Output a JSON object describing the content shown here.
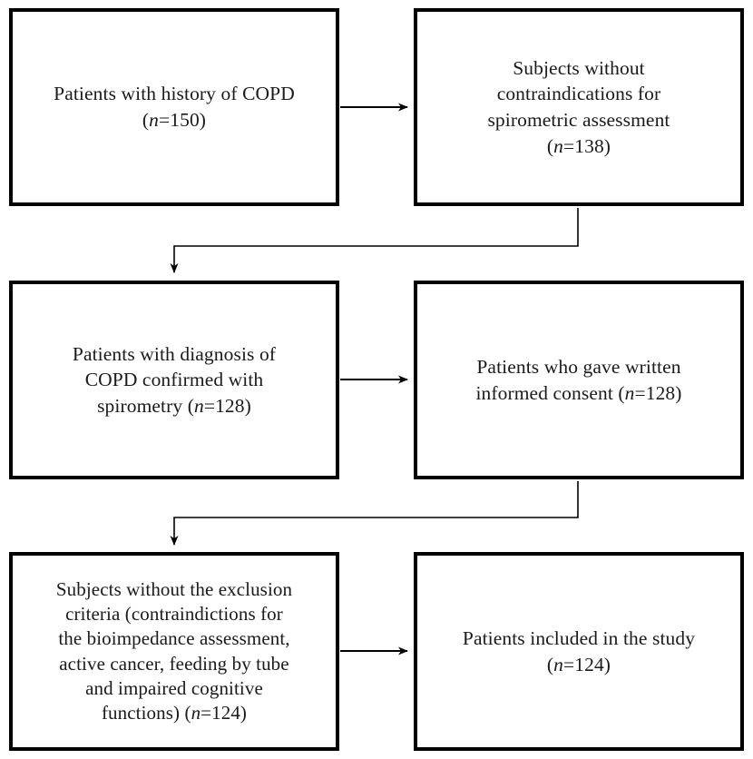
{
  "diagram": {
    "type": "flowchart",
    "title": "Study participant flow diagram",
    "orientation": "two-column-serpentine",
    "background_color": "#ffffff",
    "box_border_color": "#000000",
    "text_color": "#1a1a1a",
    "connector_color": "#000000",
    "nodes": [
      {
        "id": "n1",
        "row": 1,
        "column": 1,
        "lines": [
          "Patients with history of COPD"
        ],
        "count_label": "(n=150)",
        "n": 150
      },
      {
        "id": "n2",
        "row": 1,
        "column": 2,
        "lines": [
          "Subjects without",
          "contraindications for",
          "spirometric assessment"
        ],
        "count_label": "(n=138)",
        "n": 138
      },
      {
        "id": "n3",
        "row": 2,
        "column": 1,
        "lines": [
          "Patients with diagnosis of",
          "COPD confirmed with",
          "spirometry (n=128)"
        ],
        "count_label": "(n=128)",
        "n": 128
      },
      {
        "id": "n4",
        "row": 2,
        "column": 2,
        "lines": [
          "Patients who gave written",
          "informed consent (n=128)"
        ],
        "count_label": "(n=128)",
        "n": 128
      },
      {
        "id": "n5",
        "row": 3,
        "column": 1,
        "lines": [
          "Subjects without the exclusion",
          "criteria (contraindictions for",
          "the bioimpedance assessment,",
          "active cancer, feeding by tube",
          "and impaired cognitive",
          "functions) (n=124)"
        ],
        "count_label": "(n=124)",
        "n": 124
      },
      {
        "id": "n6",
        "row": 3,
        "column": 2,
        "lines": [
          "Patients included in the study"
        ],
        "count_label": "(n=124)",
        "n": 124
      }
    ],
    "edges": [
      {
        "id": "e1",
        "from": "n1",
        "to": "n2",
        "shape": "horizontal-arrow"
      },
      {
        "id": "e2",
        "from": "n2",
        "to": "n3",
        "shape": "elbow-down-left-down-arrow"
      },
      {
        "id": "e3",
        "from": "n3",
        "to": "n4",
        "shape": "horizontal-arrow"
      },
      {
        "id": "e4",
        "from": "n4",
        "to": "n5",
        "shape": "elbow-down-left-down-arrow"
      },
      {
        "id": "e5",
        "from": "n5",
        "to": "n6",
        "shape": "horizontal-arrow"
      }
    ]
  },
  "text": {
    "n1_line1": "Patients with history of COPD",
    "n1_n_open": "(",
    "n1_n_italic": "n",
    "n1_n_rest": "=150)",
    "n2_line1": "Subjects without",
    "n2_line2": "contraindications for",
    "n2_line3": "spirometric assessment",
    "n2_n_open": "(",
    "n2_n_italic": "n",
    "n2_n_rest": "=138)",
    "n3_line1": "Patients with diagnosis of",
    "n3_line2": "COPD confirmed with",
    "n3_line3_pre": "spirometry (",
    "n3_line3_italic": "n",
    "n3_line3_post": "=128)",
    "n4_line1": "Patients who gave written",
    "n4_line2_pre": "informed consent (",
    "n4_line2_italic": "n",
    "n4_line2_post": "=128)",
    "n5_line1": "Subjects without the exclusion",
    "n5_line2": "criteria (contraindictions for",
    "n5_line3": "the bioimpedance assessment,",
    "n5_line4": "active cancer, feeding by tube",
    "n5_line5": "and impaired cognitive",
    "n5_line6_pre": "functions) (",
    "n5_line6_italic": "n",
    "n5_line6_post": "=124)",
    "n6_line1": "Patients included in the study",
    "n6_n_open": "(",
    "n6_n_italic": "n",
    "n6_n_rest": "=124)"
  }
}
